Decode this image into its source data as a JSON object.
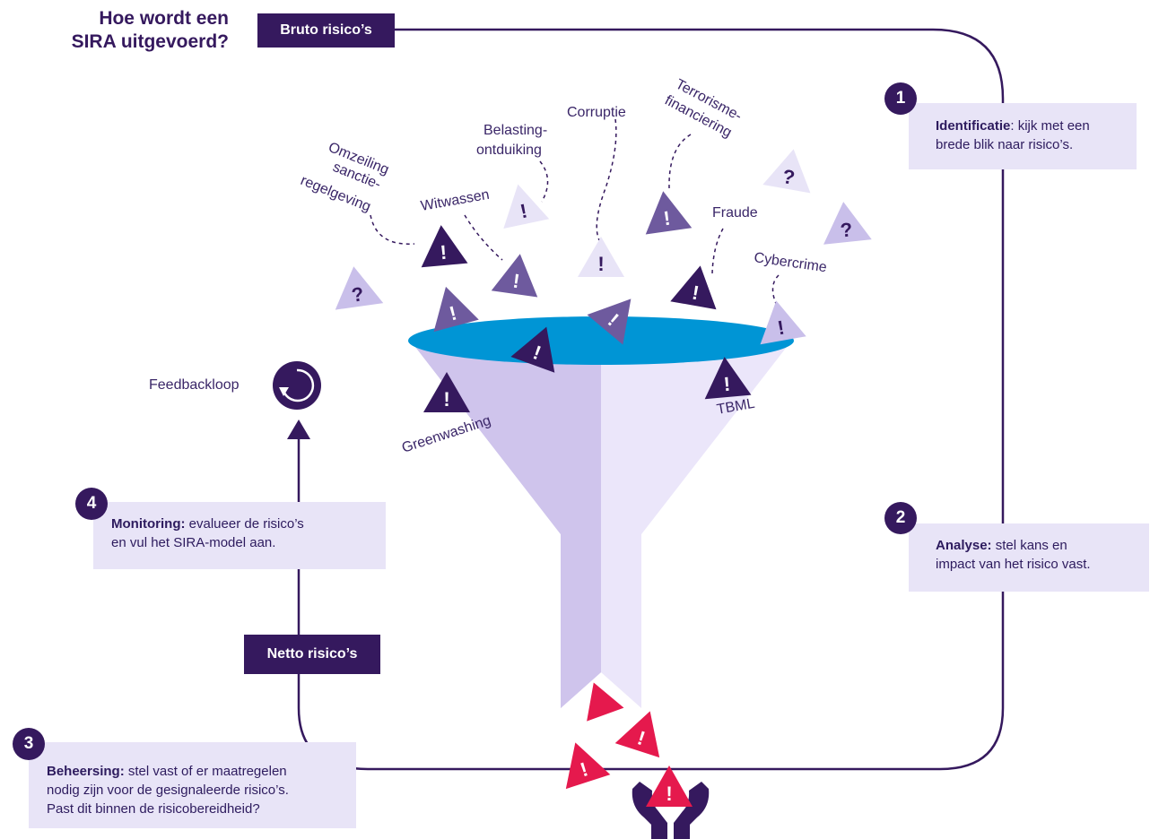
{
  "title": {
    "line1": "Hoe wordt een",
    "line2": "SIRA uitgevoerd?"
  },
  "tags": {
    "gross": "Bruto risico’s",
    "net": "Netto risico’s"
  },
  "steps": [
    {
      "number": "1",
      "bold": "Identificatie",
      "text_line1": ": kijk met een",
      "text_line2": "brede blik naar risico’s."
    },
    {
      "number": "2",
      "bold": "Analyse:",
      "text_line1": " stel kans en",
      "text_line2": "impact van het risico vast."
    },
    {
      "number": "3",
      "bold": "Beheersing:",
      "text_line1": " stel vast of er maatregelen",
      "text_line2": "nodig zijn voor de gesignaleerde risico’s.",
      "text_line3": "Past dit binnen de risicobereidheid?"
    },
    {
      "number": "4",
      "bold": "Monitoring:",
      "text_line1": " evalueer de risico’s",
      "text_line2": "en vul het SIRA-model aan."
    }
  ],
  "feedback_label": "Feedbackloop",
  "risk_labels": {
    "sanction_l1": "Omzeiling",
    "sanction_l2": "sanctie-",
    "sanction_l3": "regelgeving",
    "money_laundering": "Witwassen",
    "tax_l1": "Belasting-",
    "tax_l2": "ontduiking",
    "corruption": "Corruptie",
    "terror_l1": "Terrorisme-",
    "terror_l2": "financiering",
    "fraud": "Fraude",
    "cybercrime": "Cybercrime",
    "greenwashing": "Greenwashing",
    "tbml": "TBML"
  },
  "marks": {
    "exclamation": "!",
    "question": "?"
  },
  "colors": {
    "dark_purple": "#35195e",
    "mid_purple": "#6e5a9e",
    "light_purple": "#c9bfea",
    "pale_purple": "#e8e4f7",
    "funnel_blue": "#0097d6",
    "alert_red": "#e5194d"
  },
  "icons": [
    "refresh-icon",
    "hands-icon",
    "arrow-up-icon"
  ]
}
